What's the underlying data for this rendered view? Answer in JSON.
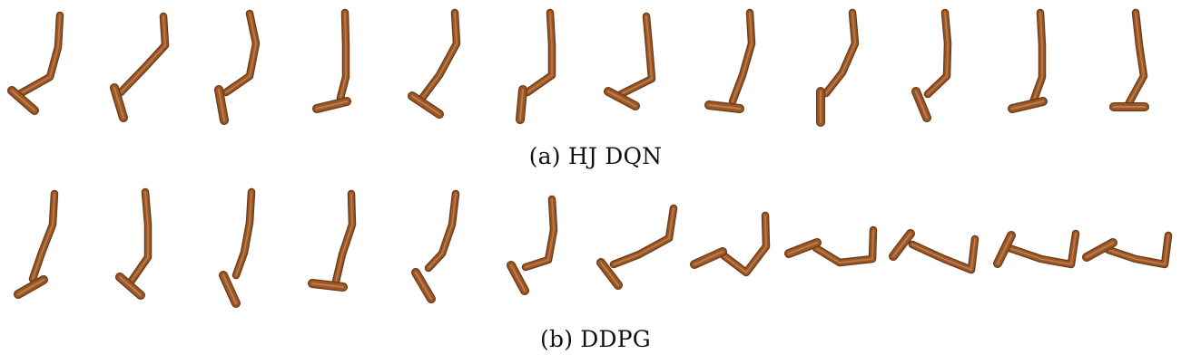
{
  "figure": {
    "panels": [
      {
        "id": "a",
        "caption": "(a) HJ DQN",
        "frame_count": 12
      },
      {
        "id": "b",
        "caption": "(b) DDPG",
        "frame_count": 12
      }
    ],
    "colors": {
      "link_main": "#9a5626",
      "link_edge": "#6b3815",
      "link_highlight": "#c98a55",
      "caption_text": "#111111",
      "background": "#ffffff"
    },
    "icon": "swimmer-robot-frame"
  }
}
